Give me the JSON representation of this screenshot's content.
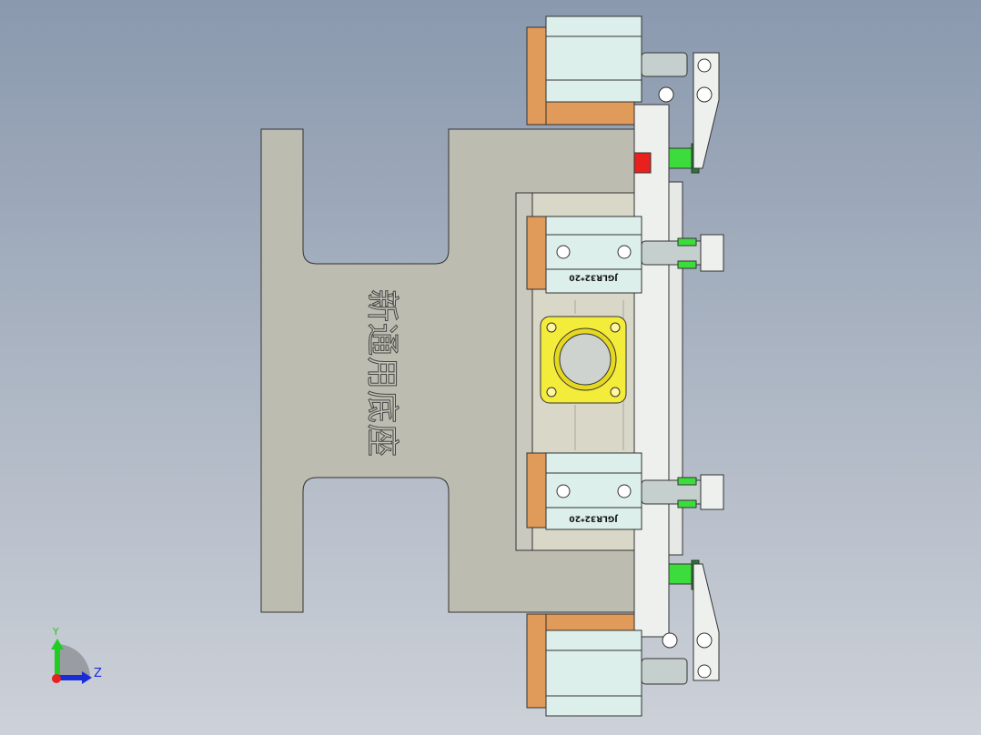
{
  "model": {
    "base_label": "新通用底座",
    "cylinder_labels": [
      "JGLR32*20",
      "JGLR32*20"
    ]
  },
  "triad": {
    "y_label": "Y",
    "z_label": "Z"
  },
  "colors": {
    "base": "#bdbcb1",
    "cylinder": "#dcefeb",
    "orange": "#e09a5a",
    "yellow": "#f4ec3a",
    "green": "#3ddc3d",
    "red": "#e8201e",
    "axis_y": "#22cc22",
    "axis_z": "#1a2cd8"
  }
}
